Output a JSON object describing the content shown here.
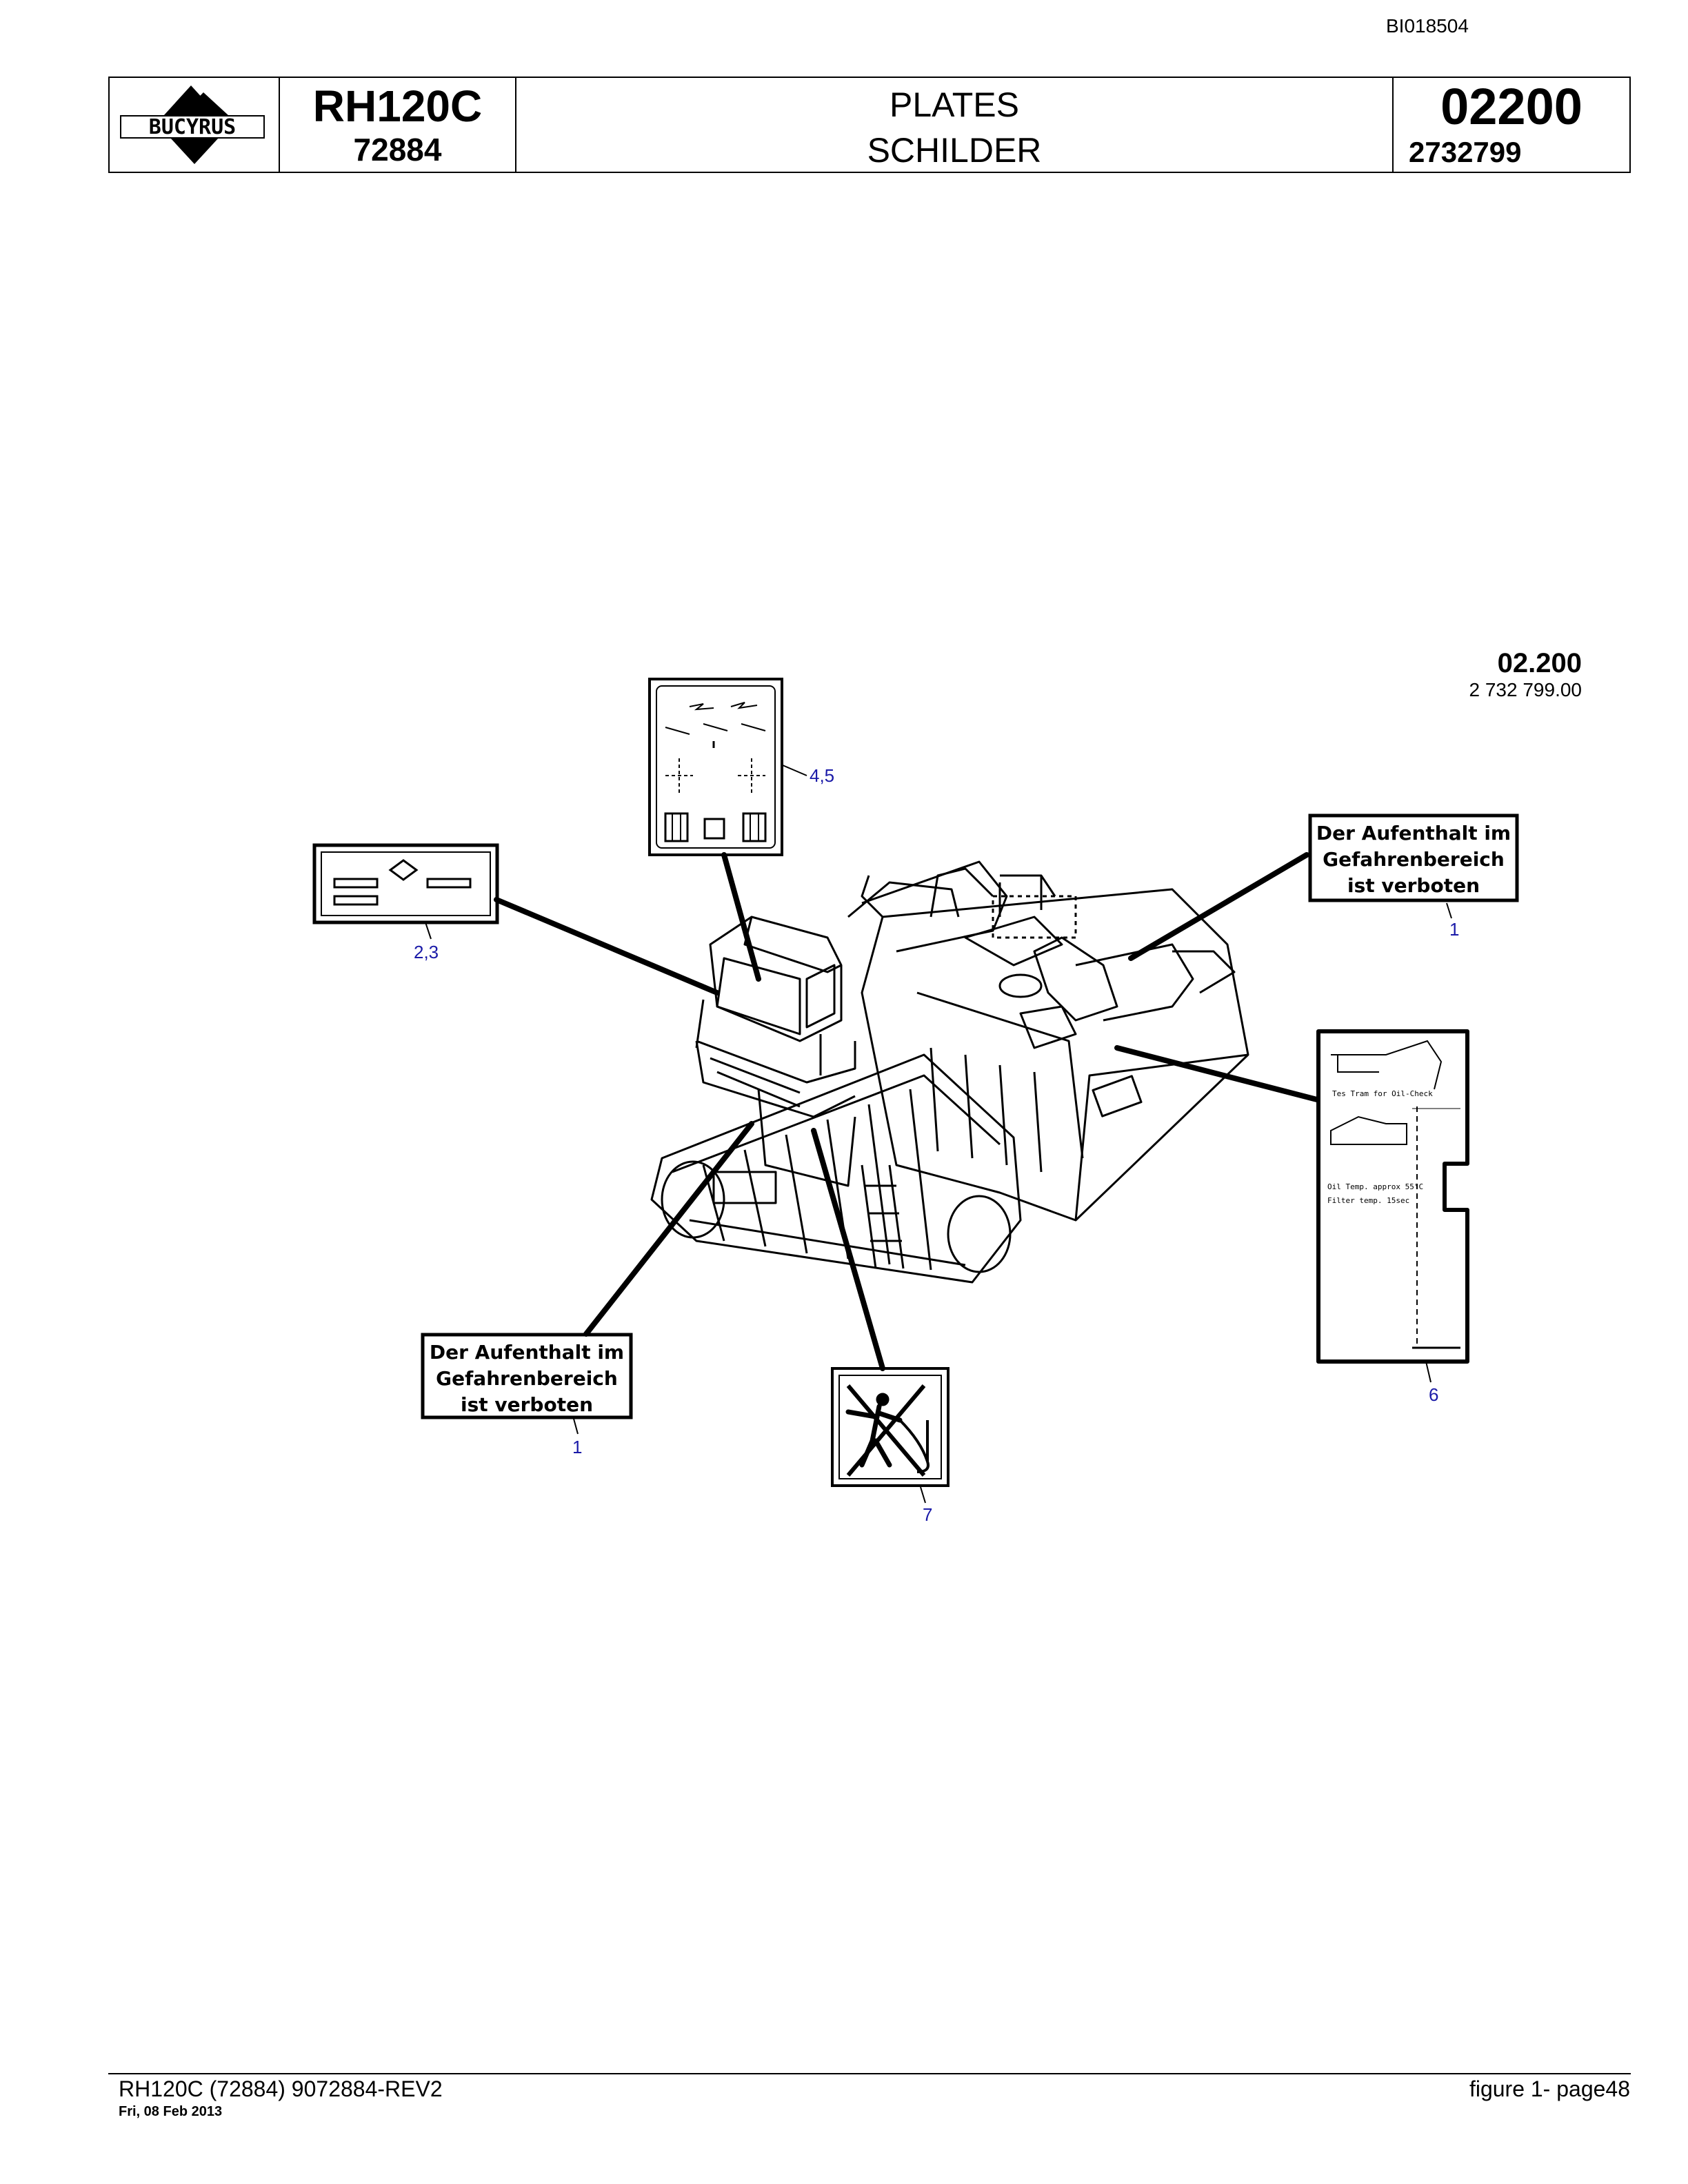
{
  "header": {
    "doc_id": "BI018504",
    "logo_text": "BUCYRUS",
    "model": "RH120C",
    "serial": "72884",
    "title_en": "PLATES",
    "title_de": "SCHILDER",
    "section": "02200",
    "part_number": "2732799"
  },
  "figure": {
    "ref_number": "02.200",
    "ref_part": "2 732 799.00",
    "warning_plate": {
      "line1": "Der Aufenthalt im",
      "line2": "Gefahrenbereich",
      "line3": "ist verboten"
    },
    "callouts": {
      "c1_right": "1",
      "c1_left": "1",
      "c23": "2,3",
      "c45": "4,5",
      "c6": "6",
      "c7": "7"
    },
    "plate6": {
      "line1": "Oil Temp. approx 55°C",
      "line2": "Filter temp. 15sec",
      "caption": "Tes Tram for Oil-Check"
    }
  },
  "footer": {
    "left": "RH120C (72884) 9072884-REV2",
    "date": "Fri, 08 Feb 2013",
    "right": "figure  1- page48"
  }
}
